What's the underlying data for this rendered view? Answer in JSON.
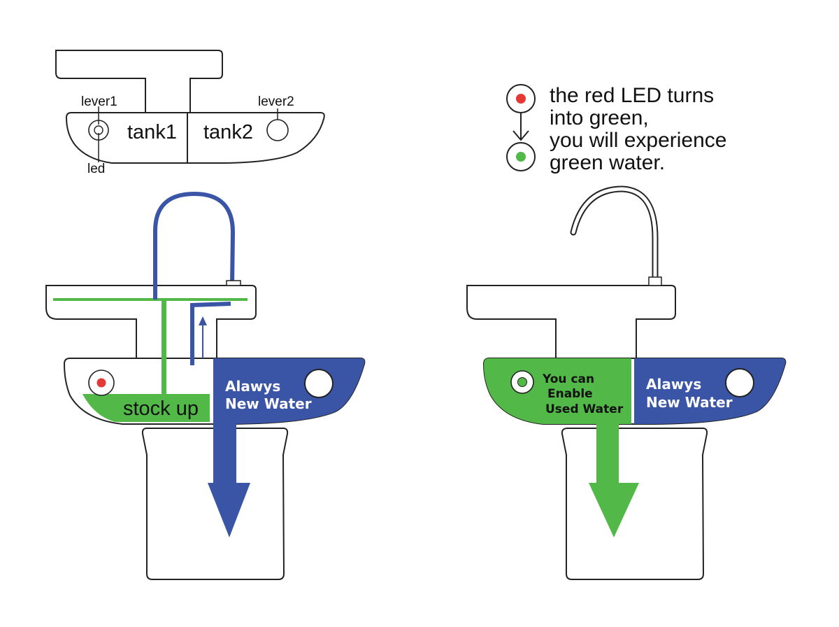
{
  "top_diagram": {
    "labels": {
      "lever1": "lever1",
      "lever2": "lever2",
      "tank1": "tank1",
      "tank2": "tank2",
      "led": "led"
    }
  },
  "legend": {
    "lines": [
      "the red LED turns",
      "into green,",
      "you will experience",
      "green water."
    ],
    "led_red_color": "#e53935",
    "led_green_color": "#52b848"
  },
  "left_sink": {
    "stock_label": "stock up",
    "new_water_lines": [
      "Alawys",
      "New Water"
    ]
  },
  "right_sink": {
    "used_water_lines": [
      "You can",
      "Enable",
      "Used Water"
    ],
    "new_water_lines": [
      "Alawys",
      "New Water"
    ]
  },
  "colors": {
    "green": "#52b848",
    "blue": "#3a54a6",
    "outline": "#222222"
  }
}
